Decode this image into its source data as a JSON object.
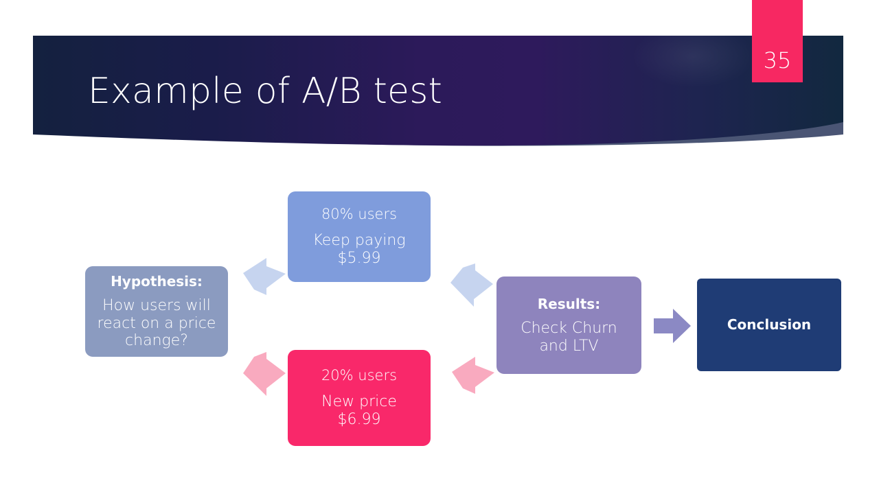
{
  "slide": {
    "page_number": "35",
    "title": "Example of A/B test",
    "colors": {
      "banner_left": "#14213f",
      "banner_mid": "#2e1a5c",
      "banner_right": "#12283f",
      "banner_accent_band": "#4a5574",
      "page_badge": "#f72862",
      "hypothesis": "#8b9bc0",
      "variant_a": "#7f9cdc",
      "variant_b": "#f9286a",
      "results": "#8e84bd",
      "conclusion": "#1f3c75",
      "arrow_blue": "#c6d4ef",
      "arrow_pink": "#f9aabf",
      "arrow_purple": "#8b89c4",
      "text": "#ffffff"
    }
  },
  "diagram": {
    "nodes": [
      {
        "id": "hypothesis",
        "heading": "Hypothesis:",
        "body_line1": "How users will",
        "body_line2": "react on a price",
        "body_line3": "change?"
      },
      {
        "id": "variant-a",
        "subhead": "80% users",
        "body_line1": "Keep paying",
        "body_line2": "$5.99"
      },
      {
        "id": "variant-b",
        "subhead": "20% users",
        "body_line1": "New price",
        "body_line2": "$6.99"
      },
      {
        "id": "results",
        "heading": "Results:",
        "body_line1": "Check Churn",
        "body_line2": "and LTV"
      },
      {
        "id": "conclusion",
        "heading": "Conclusion"
      }
    ],
    "arrows": [
      {
        "id": "hypothesis-to-variant-a",
        "direction": "up-right",
        "color": "#c6d4ef"
      },
      {
        "id": "hypothesis-to-variant-b",
        "direction": "down-right",
        "color": "#f9aabf"
      },
      {
        "id": "variant-a-to-results",
        "direction": "down-right",
        "color": "#c6d4ef"
      },
      {
        "id": "variant-b-to-results",
        "direction": "up-right",
        "color": "#f9aabf"
      },
      {
        "id": "results-to-conclusion",
        "direction": "right",
        "color": "#8b89c4"
      }
    ]
  }
}
